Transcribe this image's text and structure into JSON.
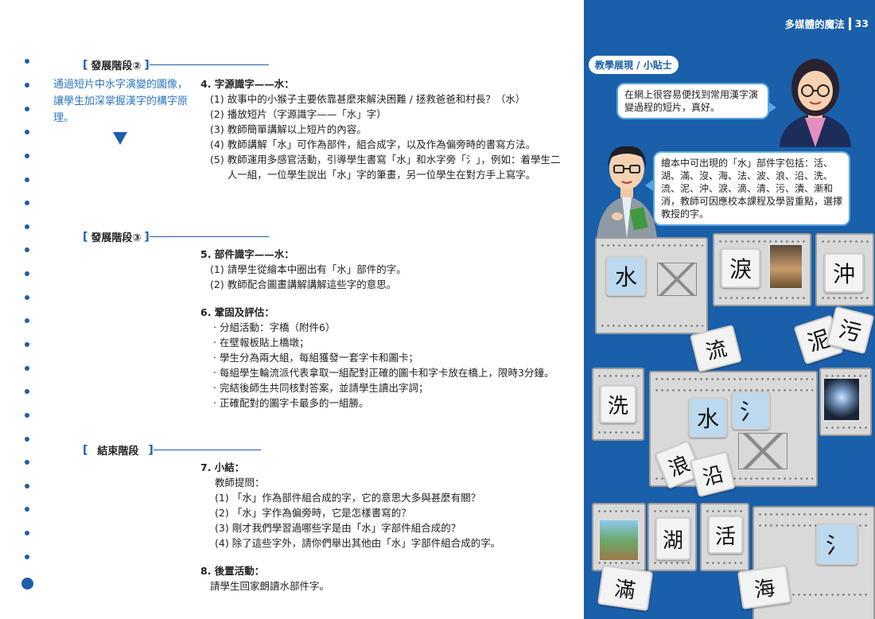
{
  "header": {
    "title": "多媒體的魔法",
    "page_number": "33"
  },
  "side_tag": "教學展現 / 小貼士",
  "bubbles": {
    "teacher_female": "在網上很容易便找到常用漢字演變過程的短片，真好。",
    "teacher_male": "繪本中可出現的「水」部件字包括：活、湖、滿、沒、海、法、波、浪、沿、洗、流、泥、沖、淚、滴、清、污、漬、漸和消，教師可因應校本課程及學習重點，選擇教授的字。"
  },
  "stages": [
    {
      "label": "發展階段②"
    },
    {
      "label": "發展階段③"
    },
    {
      "label": "結束階段"
    }
  ],
  "side_note": "通過短片中水字演變的圖像，讓學生加深掌握漢字的構字原理。",
  "sections": {
    "s4": {
      "heading": "4. 字源識字——水：",
      "items": [
        {
          "num": "(1)",
          "text": "故事中的小猴子主要依靠甚麼來解決困難 / 拯救爸爸和村長？（水）"
        },
        {
          "num": "(2)",
          "text": "播放短片（字源識字——「水」字）"
        },
        {
          "num": "(3)",
          "text": "教師簡單講解以上短片的內容。"
        },
        {
          "num": "(4)",
          "text": "教師講解「水」可作為部件，組合成字，以及作為偏旁時的書寫方法。"
        },
        {
          "num": "(5)",
          "text": "教師運用多感官活動，引導學生書寫「水」和水字旁「氵」，例如：着學生二人一組，一位學生說出「水」字的筆畫，另一位學生在對方手上寫字。"
        }
      ]
    },
    "s5": {
      "heading": "5. 部件識字——水：",
      "items": [
        {
          "num": "(1)",
          "text": "請學生從繪本中圈出有「水」部件的字。"
        },
        {
          "num": "(2)",
          "text": "教師配合圖畫講解講解這些字的意思。"
        }
      ]
    },
    "s6": {
      "heading": "6. 鞏固及評估：",
      "items": [
        {
          "num": "‧",
          "text": "分組活動：字橋（附件6）"
        },
        {
          "num": "‧",
          "text": "在壁報板貼上橋墩；"
        },
        {
          "num": "‧",
          "text": "學生分為兩大組，每組獲發一套字卡和圖卡；"
        },
        {
          "num": "‧",
          "text": "每組學生輪流派代表拿取一組配對正確的圖卡和字卡放在橋上，限時3分鐘。"
        },
        {
          "num": "‧",
          "text": "完結後師生共同核對答案，並請學生讀出字詞；"
        },
        {
          "num": "‧",
          "text": "正確配對的圖字卡最多的一組勝。"
        }
      ]
    },
    "s7": {
      "heading": "7. 小結：",
      "intro": "教師提問：",
      "items": [
        {
          "num": "(1)",
          "text": "「水」作為部件組合成的字，它的意思大多與甚麼有關？"
        },
        {
          "num": "(2)",
          "text": "「水」字作為偏旁時，它是怎樣書寫的？"
        },
        {
          "num": "(3)",
          "text": "剛才我們學習過哪些字是由「水」字部件組合成的？"
        },
        {
          "num": "(4)",
          "text": "除了這些字外，請你們舉出其他由「水」字部件組合成的字。"
        }
      ]
    },
    "s8": {
      "heading": "8. 後置活動：",
      "items": [
        {
          "num": "",
          "text": "請學生回家朗讀水部件字。"
        }
      ]
    }
  },
  "cards": [
    "水",
    "淚",
    "沖",
    "流",
    "泥",
    "污",
    "洗",
    "水",
    "氵",
    "浪",
    "沿",
    "湖",
    "活",
    "氵",
    "滿",
    "海"
  ],
  "colors": {
    "accent": "#1f5ea8",
    "panel": "#1a5fa9",
    "side_note": "#2e74c0",
    "bubble_border": "#59a7e0"
  }
}
